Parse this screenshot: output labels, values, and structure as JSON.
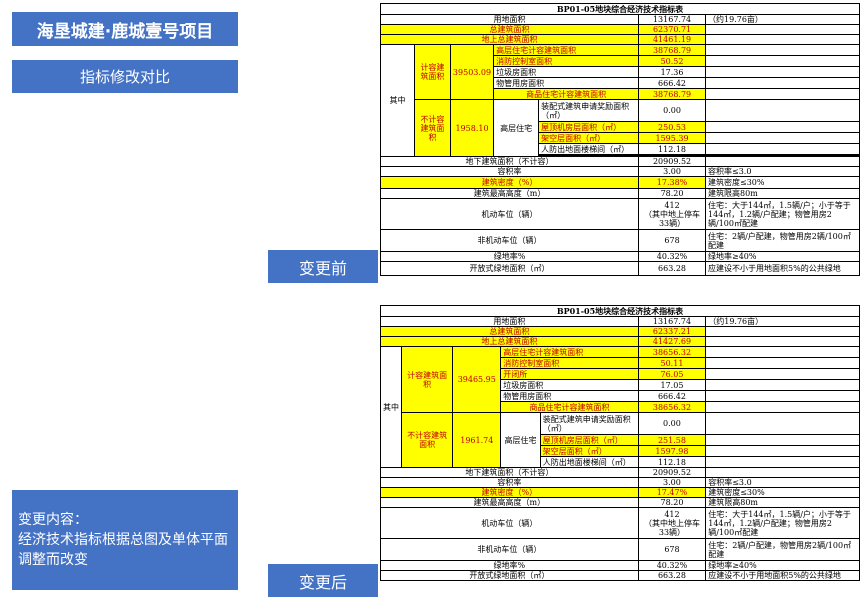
{
  "header": {
    "project_title": "海垦城建·鹿城壹号项目",
    "subtitle": "指标修改对比"
  },
  "tags": {
    "before": "变更前",
    "after": "变更后"
  },
  "change_note": {
    "lines": [
      "变更内容：",
      "经济技术指标根据总图及单体平面调整而改变"
    ]
  },
  "tables": {
    "before": {
      "caption": "BP01-05地块综合经济技术指标表",
      "land_area": {
        "label": "用地面积",
        "value": "13167.74",
        "note": "（约19.76亩）"
      },
      "total_area": {
        "label": "总建筑面积",
        "value": "62370.71"
      },
      "above_area": {
        "label": "地上总建筑面积",
        "value": "41461.19"
      },
      "qizhong": "其中",
      "counted": {
        "label": "计容建筑面积",
        "value": "39503.09",
        "rows": [
          {
            "label": "高层住宅计容建筑面积",
            "value": "38768.79"
          },
          {
            "label": "消防控制室面积",
            "value": "50.52"
          },
          {
            "label": "垃圾房面积",
            "value": "17.36"
          },
          {
            "label": "物管用房面积",
            "value": "666.42"
          }
        ],
        "res": {
          "label": "商品住宅计容建筑面积",
          "value": "38768.79"
        }
      },
      "uncounted": {
        "label": "不计容建筑面积",
        "value": "1958.10",
        "group": "高层住宅",
        "rows": [
          {
            "label": "装配式建筑申请奖励面积（㎡）",
            "value": "0.00"
          },
          {
            "label": "屋顶机房层面积（㎡）",
            "value": "250.53"
          },
          {
            "label": "架空层面积（㎡）",
            "value": "1595.39"
          },
          {
            "label": "人防出地面楼梯间（㎡）",
            "value": "112.18"
          }
        ]
      },
      "underground": {
        "label": "地下建筑面积（不计容）",
        "value": "20909.52"
      },
      "far": {
        "label": "容积率",
        "value": "3.00",
        "note": "容积率≤3.0"
      },
      "density": {
        "label": "建筑密度（%）",
        "value": "17.38%",
        "note": "建筑密度≤30%"
      },
      "height": {
        "label": "建筑最高高度（m）",
        "value": "78.20",
        "note": "建筑限高80m"
      },
      "parking": {
        "label": "机动车位（辆）",
        "value": "412",
        "value2": "（其中地上停车33辆）",
        "note": "住宅：大于144㎡，1.5辆/户；小于等于144㎡，1.2辆/户配建；物管用房2辆/100㎡配建"
      },
      "bike": {
        "label": "非机动车位（辆）",
        "value": "678",
        "note": "住宅：2辆/户配建，物管用房2辆/100㎡配建"
      },
      "green": {
        "label": "绿地率%",
        "value": "40.32%",
        "note": "绿地率≥40%"
      },
      "open_green": {
        "label": "开放式绿地面积（㎡）",
        "value": "663.28",
        "note": "应建设不小于用地面积5%的公共绿地"
      }
    },
    "after": {
      "caption": "BP01-05地块综合经济技术指标表",
      "land_area": {
        "label": "用地面积",
        "value": "13167.74",
        "note": "（约19.76亩）"
      },
      "total_area": {
        "label": "总建筑面积",
        "value": "62337.21"
      },
      "above_area": {
        "label": "地上总建筑面积",
        "value": "41427.69"
      },
      "qizhong": "其中",
      "counted": {
        "label": "计容建筑面积",
        "value": "39465.95",
        "rows": [
          {
            "label": "高层住宅计容建筑面积",
            "value": "38656.32"
          },
          {
            "label": "消防控制室面积",
            "value": "50.11"
          },
          {
            "label": "开闭所",
            "value": "76.05"
          },
          {
            "label": "垃圾房面积",
            "value": "17.05"
          },
          {
            "label": "物管用房面积",
            "value": "666.42"
          }
        ],
        "res": {
          "label": "商品住宅计容建筑面积",
          "value": "38656.32"
        }
      },
      "uncounted": {
        "label": "不计容建筑面积",
        "value": "1961.74",
        "group": "高层住宅",
        "rows": [
          {
            "label": "装配式建筑申请奖励面积（㎡）",
            "value": "0.00"
          },
          {
            "label": "屋顶机房层面积（㎡）",
            "value": "251.58"
          },
          {
            "label": "架空层面积（㎡）",
            "value": "1597.98"
          },
          {
            "label": "人防出地面楼梯间（㎡）",
            "value": "112.18"
          }
        ]
      },
      "underground": {
        "label": "地下建筑面积（不计容）",
        "value": "20909.52"
      },
      "far": {
        "label": "容积率",
        "value": "3.00",
        "note": "容积率≤3.0"
      },
      "density": {
        "label": "建筑密度（%）",
        "value": "17.47%",
        "note": "建筑密度≤30%"
      },
      "height": {
        "label": "建筑最高高度（m）",
        "value": "78.20",
        "note": "建筑限高80m"
      },
      "parking": {
        "label": "机动车位（辆）",
        "value": "412",
        "value2": "（其中地上停车33辆）",
        "note": "住宅：大于144㎡，1.5辆/户；小于等于144㎡，1.2辆/户配建；物管用房2辆/100㎡配建"
      },
      "bike": {
        "label": "非机动车位（辆）",
        "value": "678",
        "note": "住宅：2辆/户配建，物管用房2辆/100㎡配建"
      },
      "green": {
        "label": "绿地率%",
        "value": "40.32%",
        "note": "绿地率≥40%"
      },
      "open_green": {
        "label": "开放式绿地面积（㎡）",
        "value": "663.28",
        "note": "应建设不小于用地面积5%的公共绿地"
      }
    }
  }
}
